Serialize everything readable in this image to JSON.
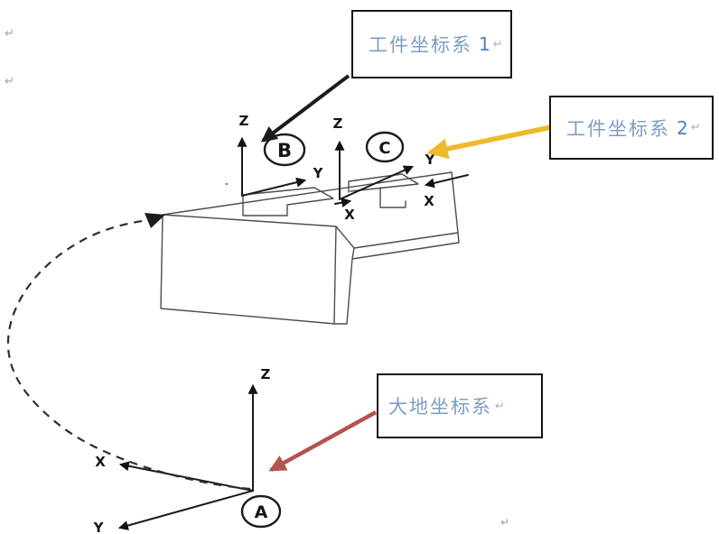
{
  "annotations": {
    "workpiece_cs1": {
      "text": "工件坐标系",
      "suffix": "1",
      "return_mark": "↵"
    },
    "workpiece_cs2": {
      "text": "工件坐标系",
      "suffix": "2",
      "return_mark": "↵"
    },
    "world_cs": {
      "text": "大地坐标系",
      "return_mark": "↵"
    }
  },
  "frames": {
    "world": {
      "id": "A"
    },
    "work1": {
      "id": "B"
    },
    "work2": {
      "id": "C"
    }
  },
  "axis_labels": {
    "x": "X",
    "y": "Y",
    "z": "Z"
  },
  "marks": {
    "return_mark": "↵"
  },
  "colors": {
    "callout_arrow_black": "#1c1c1c",
    "callout_arrow_yellow": "#eeb92d",
    "callout_arrow_red": "#b5534f",
    "callout_text": "#7e9cc4",
    "callout_number": "#4f81bd",
    "drawing_line": "#4d4d4d",
    "axis_line": "#1b1b1b"
  }
}
